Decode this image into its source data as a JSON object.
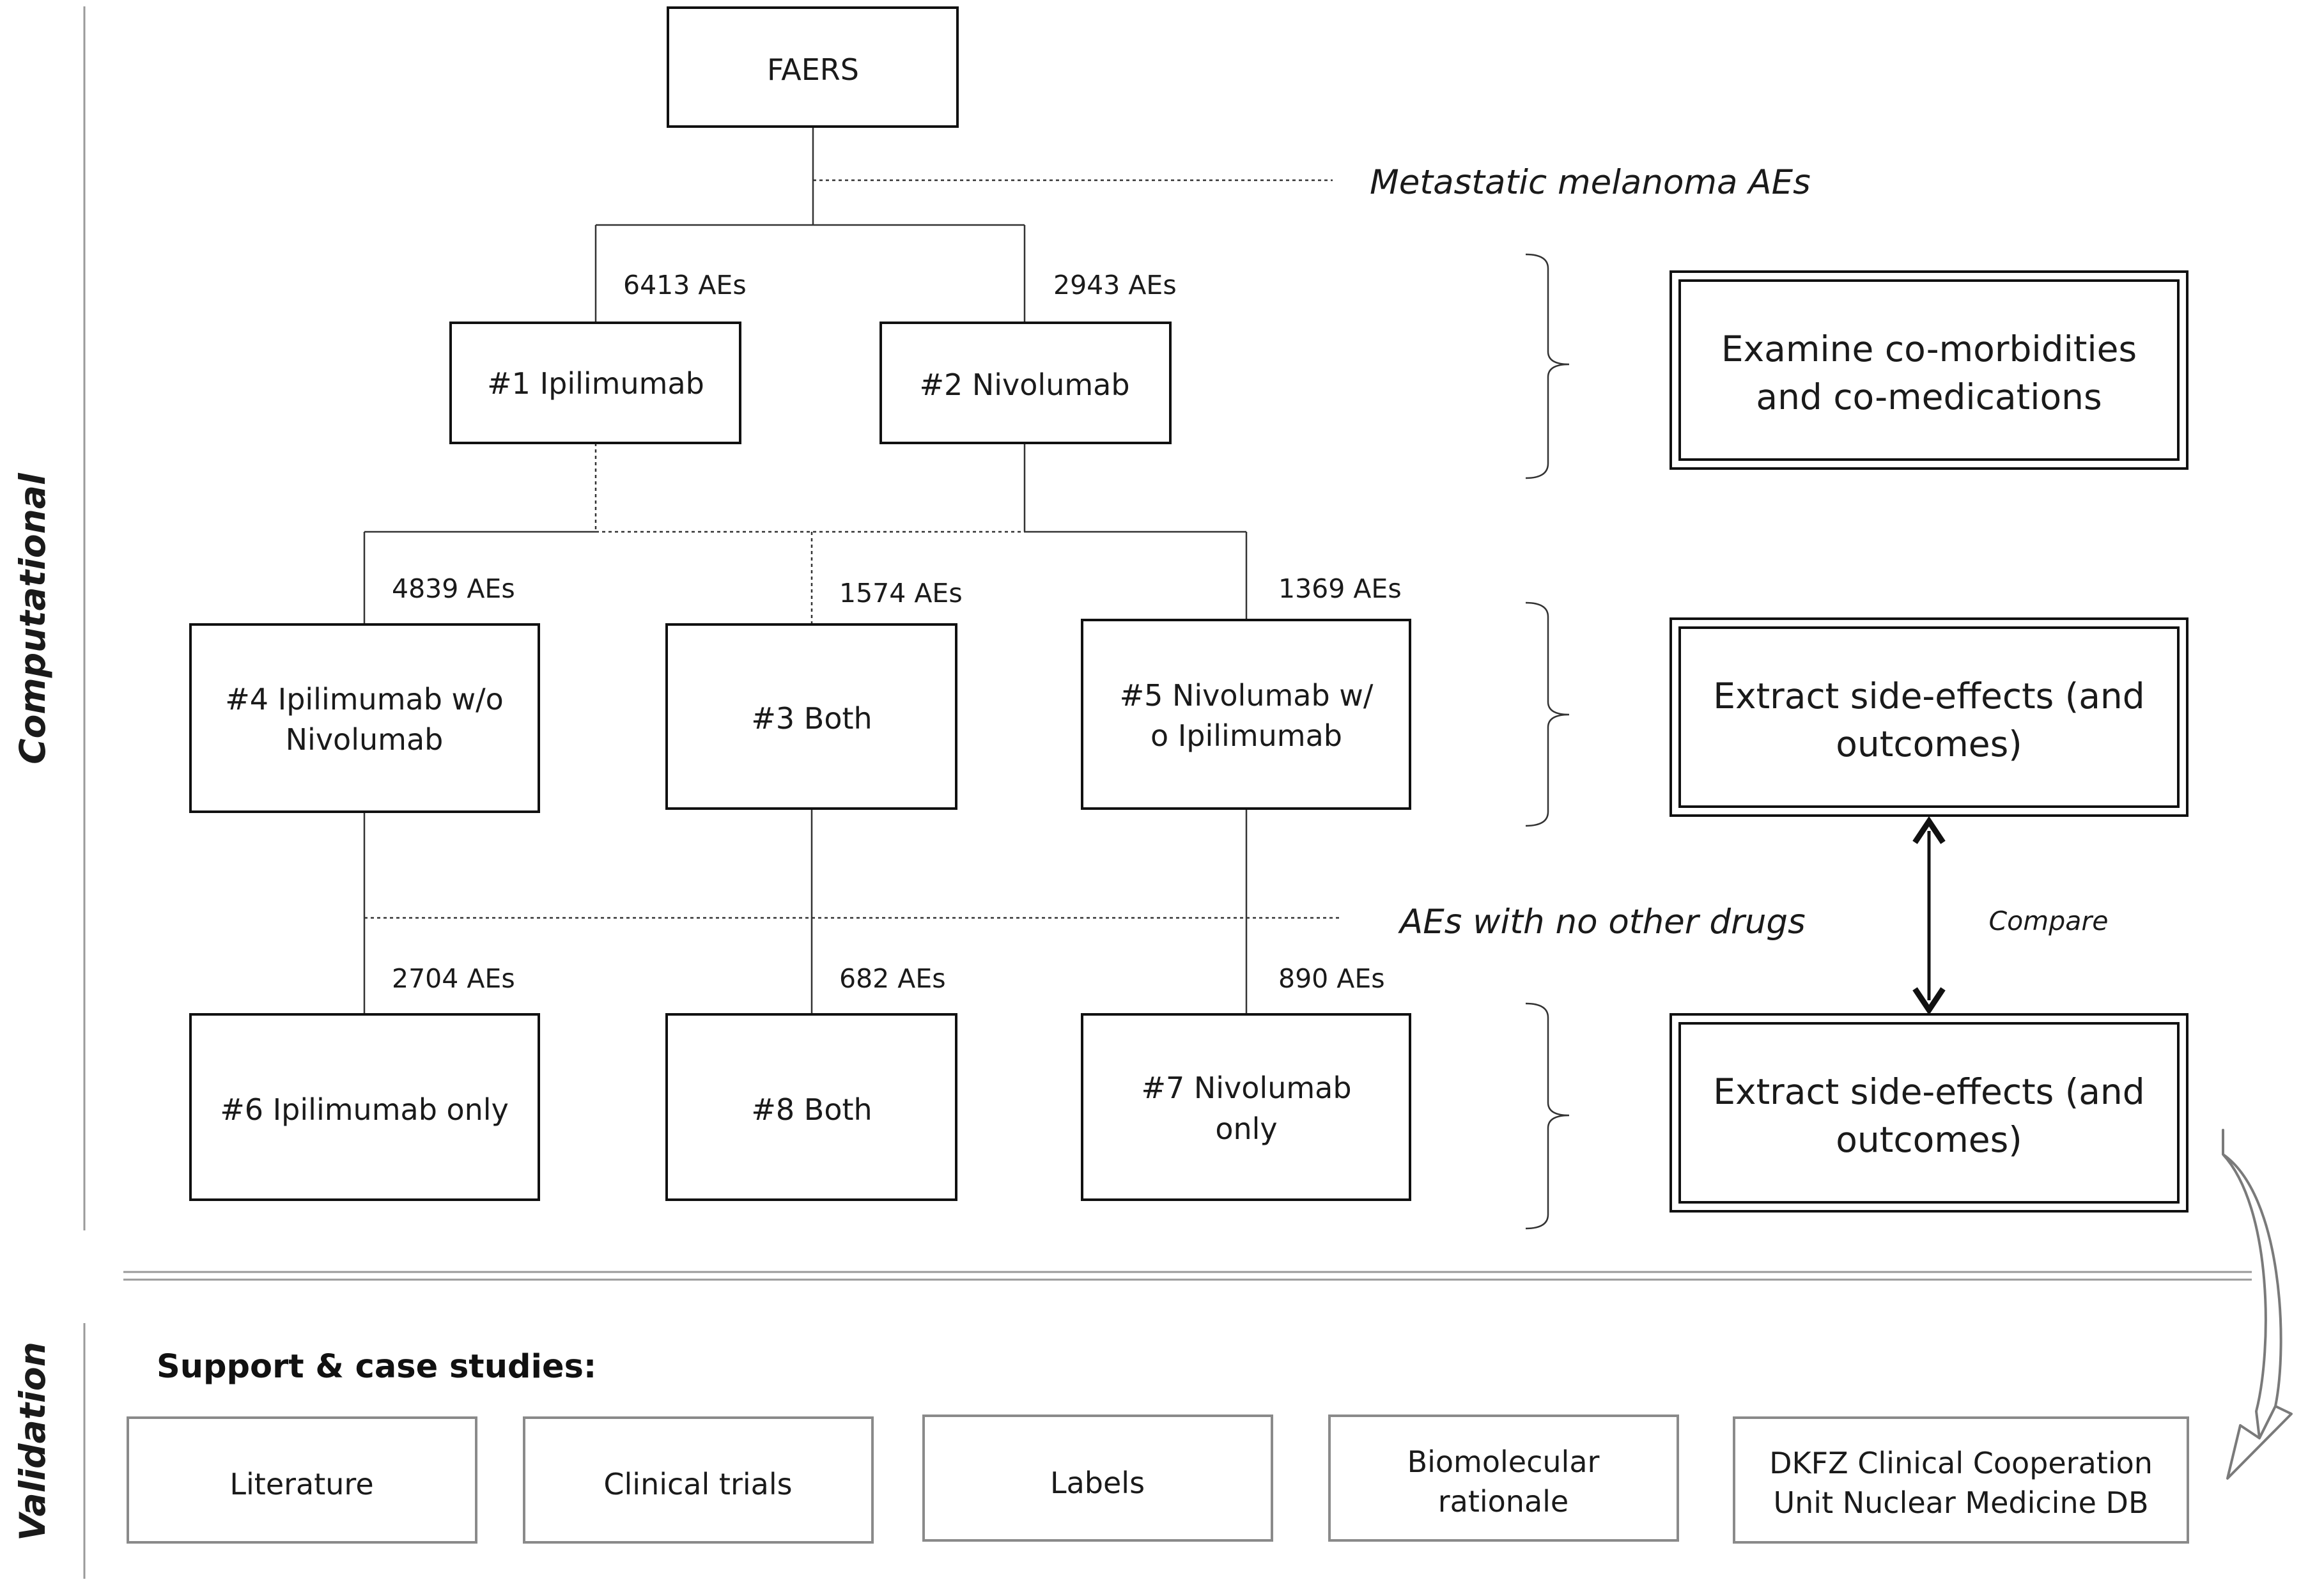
{
  "nodes": {
    "faers": "FAERS",
    "n1": "#1 Ipilimumab",
    "n2": "#2 Nivolumab",
    "n4": [
      "#4 Ipilimumab w/o",
      "Nivolumab"
    ],
    "n3": "#3 Both",
    "n5": [
      "#5 Nivolumab w/",
      "o Ipilimumab"
    ],
    "n6": "#6 Ipilimumab only",
    "n8": "#8 Both",
    "n7": [
      "#7 Nivolumab",
      "only"
    ]
  },
  "counts": {
    "c1": "6413 AEs",
    "c2": "2943 AEs",
    "c4": "4839 AEs",
    "c3": "1574 AEs",
    "c5": "1369 AEs",
    "c6": "2704 AEs",
    "c8": "682 AEs",
    "c7": "890 AEs"
  },
  "filters": {
    "metastatic": "Metastatic melanoma AEs",
    "no_other": "AEs with no other drugs"
  },
  "steps": {
    "examine": [
      "Examine co-morbidities",
      "and co-medications"
    ],
    "extract_top": [
      "Extract side-effects (and",
      "outcomes)"
    ],
    "extract_bottom": [
      "Extract side-effects (and",
      "outcomes)"
    ]
  },
  "compare_label": "Compare",
  "side_labels": {
    "computational": "Computational",
    "validation": "Validation"
  },
  "validation": {
    "heading": "Support & case studies:",
    "literature": "Literature",
    "clinical_trials": "Clinical trials",
    "labels": "Labels",
    "biomolecular": [
      "Biomolecular",
      "rationale"
    ],
    "dkfz": [
      "DKFZ Clinical Cooperation",
      "Unit Nuclear Medicine DB"
    ]
  }
}
